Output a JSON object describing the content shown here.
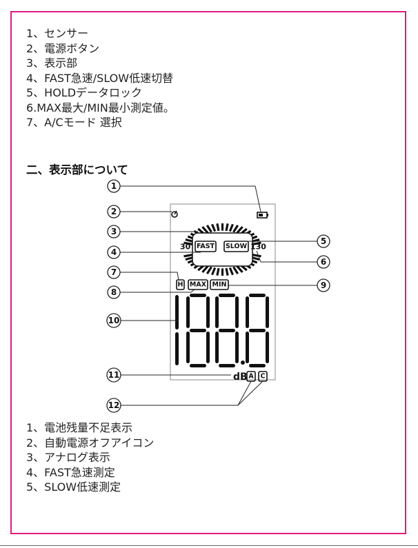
{
  "features": [
    "1、センサー",
    "2、電源ボタン",
    "3、表示部",
    "4、FAST急速/SLOW低速切替",
    "5、HOLDデータロック",
    "6.MAX最大/MIN最小測定値。",
    "7、A/Cモード 選択"
  ],
  "section_heading": "二、表示部について",
  "diagram": {
    "callouts": [
      "1",
      "2",
      "3",
      "4",
      "5",
      "6",
      "7",
      "8",
      "9",
      "10",
      "11",
      "12"
    ],
    "labels": {
      "fast": "FAST",
      "slow": "SLOW",
      "scale_min": "30",
      "scale_max": "130",
      "hold": "H",
      "max": "MAX",
      "min": "MIN",
      "digits": "188.8",
      "unit": "dB",
      "mode_a": "A",
      "mode_c": "C"
    }
  },
  "display_items": [
    "1、電池残量不足表示",
    "2、自動電源オフアイコン",
    "3、アナログ表示",
    "4、FAST急速測定",
    "5、SLOW低速測定"
  ],
  "colors": {
    "frame": "#e0197d",
    "ink": "#111111"
  }
}
